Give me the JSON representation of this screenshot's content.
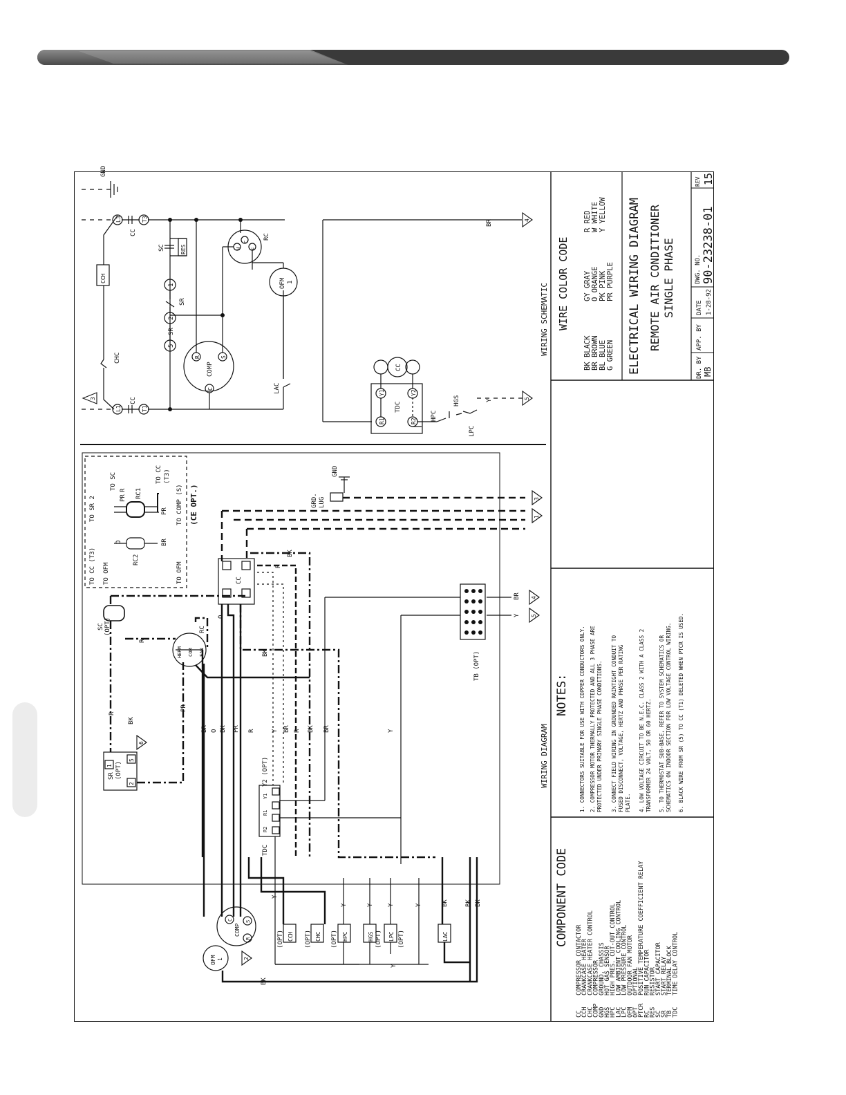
{
  "title_block": {
    "title": "ELECTRICAL WIRING DIAGRAM",
    "subtitle1": "REMOTE AIR CONDITIONER",
    "subtitle2": "SINGLE PHASE",
    "dr_by_label": "DR. BY",
    "dr_by": "MB",
    "app_by_label": "APP. BY",
    "date_label": "DATE",
    "date": "1-28-92",
    "dwg_no_label": "DWG. NO.",
    "dwg_no": "90-23238-01",
    "rev_label": "REV",
    "rev": "15"
  },
  "color_code": {
    "heading": "WIRE COLOR CODE",
    "col1": [
      "BK  BLACK",
      "BR  BROWN",
      "BL  BLUE",
      "G   GREEN"
    ],
    "col2": [
      "GY  GRAY",
      "O   ORANGE",
      "PK  PINK",
      "PR  PURPLE"
    ],
    "col3": [
      "R   RED",
      "W   WHITE",
      "Y   YELLOW"
    ]
  },
  "sections": {
    "schematic": "WIRING SCHEMATIC",
    "diagram": "WIRING DIAGRAM"
  },
  "notes": {
    "heading": "NOTES:",
    "items": [
      "1. CONNECTORS SUITABLE FOR USE WITH COPPER CONDUCTORS ONLY.",
      "2. COMPRESSOR MOTOR THERMALLY PROTECTED AND ALL 3 PHASE ARE",
      "   PROTECTED UNDER PRIMARY SINGLE PHASE CONDITIONS.",
      "3. CONNECT FIELD WIRING IN GROUNDED RAINTIGHT CONDUIT TO",
      "   FUSED DISCONNECT, VOLTAGE, HERTZ AND PHASE PER RATING",
      "   PLATE.",
      "4. LOW VOLTAGE CIRCUIT TO BE N.E.C. CLASS 2 WITH A CLASS 2",
      "   TRANSFORMER 24 VOLT, 50 OR 60 HERTZ.",
      "5. TO THERMOSTAT SUB-BASE, REFER TO SYSTEM SCHEMATICS OR",
      "   SCHEMATICS ON INDOOR SECTION FOR LOW VOLTAGE CONTROL WIRING.",
      "6. BLACK WIRE FROM SR (5) TO CC (T1) DELETED WHEN PTCR IS USED."
    ]
  },
  "component_code": {
    "heading": "COMPONENT CODE",
    "items": [
      [
        "CC",
        "COMPRESSOR CONTACTOR"
      ],
      [
        "CCH",
        "CRANKCASE HEATER"
      ],
      [
        "CHC",
        "CRANKCASE HEATER CONTROL"
      ],
      [
        "COMP",
        "COMPRESSOR"
      ],
      [
        "GND",
        "GROUND, CHASSIS"
      ],
      [
        "HGS",
        "HOT GAS SENSOR"
      ],
      [
        "HPC",
        "HIGH PRES. CUT-OUT CONTROL"
      ],
      [
        "LAC",
        "LOW AMBIENT COOLING CONTROL"
      ],
      [
        "LPC",
        "LOW PRESSURE CONTROL"
      ],
      [
        "OFM",
        "OUTDOOR FAN MOTOR"
      ],
      [
        "OPT",
        "OPTIONAL"
      ],
      [
        "PTCR",
        "POSITIVE TEMPERATURE COEFFICIENT RELAY"
      ],
      [
        "RC",
        "RUN CAPACITOR"
      ],
      [
        "RES",
        "RESISTOR"
      ],
      [
        "SC",
        "START CAPACITOR"
      ],
      [
        "SR",
        "START RELAY"
      ],
      [
        "TB",
        "TERMINAL BLOCK"
      ],
      [
        "TDC",
        "TIME DELAY CONTROL"
      ]
    ]
  },
  "schematic_labels": {
    "gnd": "GND",
    "cch": "CCH",
    "cc_top": "CC",
    "l3": "L3",
    "t3": "T3",
    "sc": "SC",
    "res": "RES",
    "rc": "RC",
    "herm": "H",
    "c": "C",
    "f": "F",
    "ofm": "OFM",
    "one": "1",
    "sr": "SR",
    "sr_one": "1",
    "sr_two": "2",
    "sr_five": "5",
    "comp": "COMP",
    "comp_r": "R",
    "comp_s": "S",
    "comp_c": "C",
    "chc": "CHC",
    "cc_bottom": "CC",
    "l1": "L1",
    "t1": "T1",
    "lac": "LAC",
    "br": "BR",
    "y": "Y",
    "tdc": "TDC",
    "r1": "R1",
    "r2": "R2",
    "y1": "Y1",
    "y2": "Y2",
    "hpc": "HPC",
    "hgs": "HGS",
    "lpc": "LPC",
    "cc_coil": "CC",
    "tri3": "3",
    "tri4": "4",
    "tri5": "5"
  },
  "diagram_labels": {
    "to_cc_t3": "TO CC (T3)",
    "to_ofm": "TO OFM",
    "to_sr2": "TO SR 2",
    "to_sc": "TO SC",
    "to_cc_t3b": "TO CC",
    "t3": "(T3)",
    "to_comp_s": "TO COMP (S)",
    "to_ofm2": "TO OFM",
    "rc1": "RC1",
    "rc2": "RC2",
    "ce_opt": "(CE OPT.)",
    "pr": "PR",
    "br": "BR",
    "o": "O",
    "r": "R",
    "sc_opt": "SC\n(OPT)",
    "sc": "SC",
    "opt": "(OPT)",
    "rc": "RC",
    "herm": "HERM",
    "com": "COM",
    "fan": "FAN",
    "grd_lug": "GRD.",
    "lug": "LUG",
    "gnd": "GND",
    "tri1": "1",
    "tri3": "3",
    "tri4": "4",
    "tri5": "5",
    "tri6": "6",
    "tri2": "2",
    "cc": "CC",
    "tb_opt": "TB (OPT)",
    "sr": "SR",
    "sr_num1": "1",
    "sr_num2": "2",
    "sr_num5": "5",
    "tdc": "TDC",
    "y2_opt": "Y2 (OPT)",
    "y1": "Y1",
    "r1": "R1",
    "r2": "R2",
    "comp": "COMP",
    "c": "C",
    "s": "S",
    "rr": "R",
    "ofm": "OFM",
    "one": "1",
    "cch": "CCH",
    "chc": "CHC",
    "hpc": "HPC",
    "hgs": "HGS",
    "lpc": "LPC",
    "lac": "LAC",
    "bk": "BK",
    "y": "Y",
    "pr_w": "PR"
  }
}
